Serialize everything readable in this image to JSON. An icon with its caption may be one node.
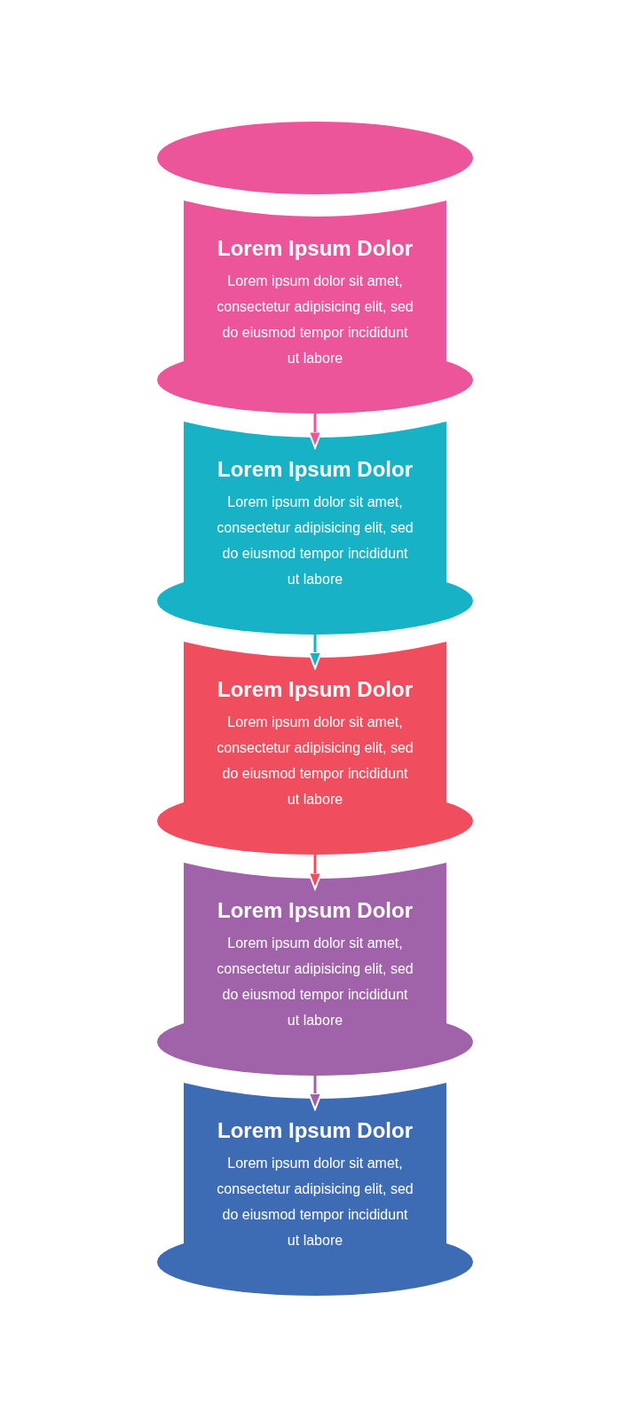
{
  "diagram": {
    "nodes": [
      {
        "text": [],
        "shape": "ellipse"
      },
      {
        "text": [
          "Lorem Ipsum Dolor",
          "Lorem ipsum dolor sit amet, consectetur adipisicing elit, sed do eiusmod tempor incididunt ut labore"
        ]
      },
      {
        "text": [
          "Lorem Ipsum Dolor",
          "Lorem ipsum dolor sit amet, consectetur adipisicing elit, sed do eiusmod tempor incididunt ut labore"
        ]
      },
      {
        "text": [
          "Lorem Ipsum Dolor",
          "Lorem ipsum dolor sit amet, consectetur adipisicing elit, sed do eiusmod tempor incididunt ut labore"
        ]
      },
      {
        "text": [
          "Lorem Ipsum Dolor",
          "Lorem ipsum dolor sit amet, consectetur adipisicing elit, sed do eiusmod tempor incididunt ut labore"
        ]
      },
      {
        "text": [
          "Lorem Ipsum Dolor",
          "Lorem ipsum dolor sit amet, consectetur adipisicing elit, sed do eiusmod tempor incididunt ut labore"
        ]
      }
    ],
    "edges": [
      {
        "from": 1,
        "to": 2,
        "arrow": "to",
        "color": "#ec559a"
      },
      {
        "from": 2,
        "to": 3,
        "arrow": "to",
        "color": "#17b2c6"
      },
      {
        "from": 3,
        "to": 4,
        "arrow": "to",
        "color": "#f04e5e"
      },
      {
        "from": 4,
        "to": 5,
        "arrow": "to",
        "color": "#a062a8"
      }
    ]
  }
}
